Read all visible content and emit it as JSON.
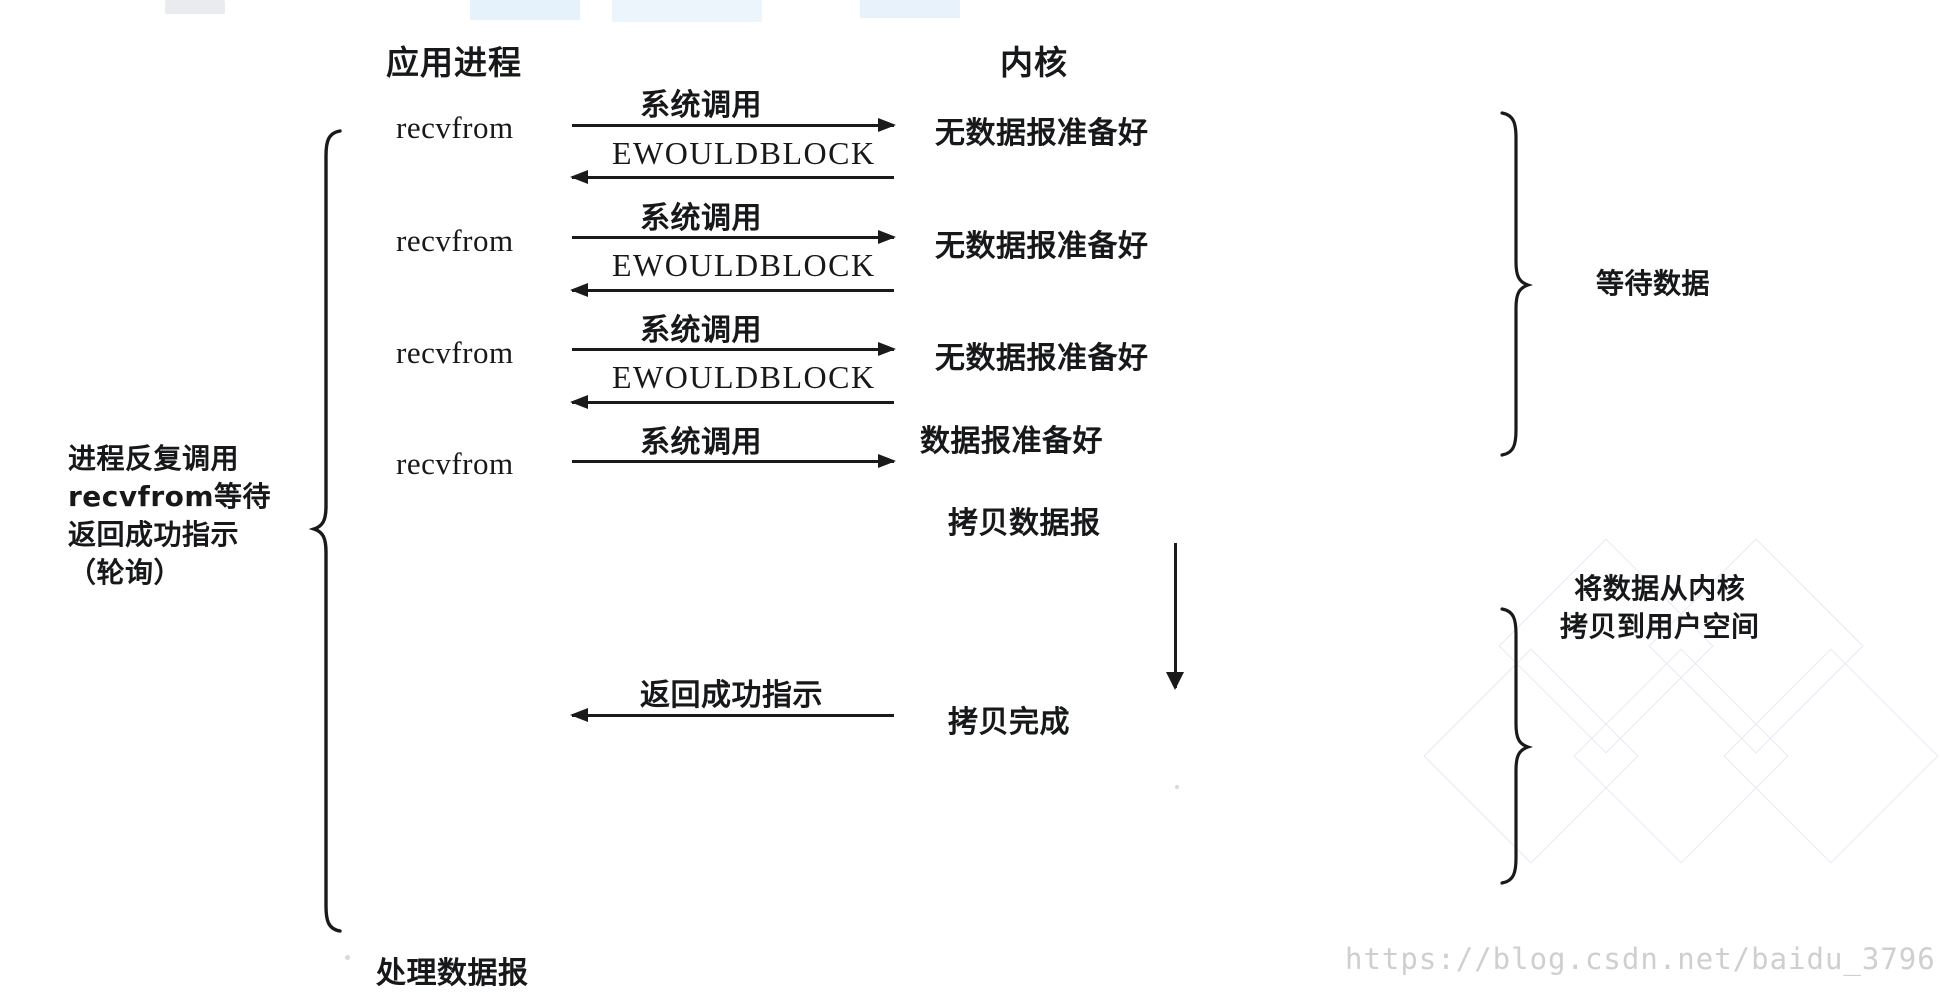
{
  "figure": {
    "title_process": "应用进程",
    "title_kernel": "内核"
  },
  "left_annotation": {
    "text": "进程反复调用\nrecvfrom等待\n返回成功指示\n（轮询）"
  },
  "calls": [
    {
      "name": "recvfrom"
    },
    {
      "name": "recvfrom"
    },
    {
      "name": "recvfrom"
    },
    {
      "name": "recvfrom"
    }
  ],
  "arrows": [
    {
      "id": "syscall-1",
      "label": "系统调用",
      "direction": "right"
    },
    {
      "id": "block-1",
      "label": "EWOULDBLOCK",
      "direction": "left"
    },
    {
      "id": "syscall-2",
      "label": "系统调用",
      "direction": "right"
    },
    {
      "id": "block-2",
      "label": "EWOULDBLOCK",
      "direction": "left"
    },
    {
      "id": "syscall-3",
      "label": "系统调用",
      "direction": "right"
    },
    {
      "id": "block-3",
      "label": "EWOULDBLOCK",
      "direction": "left"
    },
    {
      "id": "syscall-4",
      "label": "系统调用",
      "direction": "right"
    },
    {
      "id": "return-ok",
      "label": "返回成功指示",
      "direction": "left"
    }
  ],
  "kernel_states": [
    {
      "id": "no-data-1",
      "text": "无数据报准备好"
    },
    {
      "id": "no-data-2",
      "text": "无数据报准备好"
    },
    {
      "id": "no-data-3",
      "text": "无数据报准备好"
    },
    {
      "id": "data-ready",
      "text": "数据报准备好"
    },
    {
      "id": "copy-datagram",
      "text": "拷贝数据报"
    },
    {
      "id": "copy-complete",
      "text": "拷贝完成"
    }
  ],
  "right_braces": [
    {
      "id": "wait-data",
      "label": "等待数据"
    },
    {
      "id": "copy-to-user",
      "label": "将数据从内核\n拷贝到用户空间"
    }
  ],
  "bottom_label": "处理数据报",
  "watermark": {
    "url": "https://blog.csdn.net/baidu_3796"
  },
  "colors": {
    "ink": "#17181a",
    "background": "#ffffff",
    "watermark": "#cfcfcf"
  }
}
